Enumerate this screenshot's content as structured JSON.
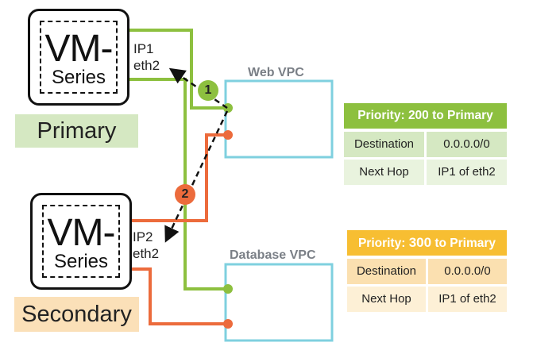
{
  "colors": {
    "green": "#8dc03f",
    "orange": "#ec6b3c",
    "vpc_border": "#7fd0df",
    "primary_label_bg": "#d5e8c2",
    "secondary_label_bg": "#fbe0b8",
    "table1_header": "#8dc03f",
    "table1_rows": [
      "#d5e8c2",
      "#e9f3de"
    ],
    "table2_header": "#f7be32",
    "table2_rows": [
      "#fbe0b0",
      "#fdf0d6"
    ]
  },
  "vm_primary": {
    "line1": "VM-",
    "line2": "Series",
    "role": "Primary",
    "ip": "IP1",
    "iface": "eth2",
    "icon": "vm-series-icon"
  },
  "vm_secondary": {
    "line1": "VM-",
    "line2": "Series",
    "role": "Secondary",
    "ip": "IP2",
    "iface": "eth2",
    "icon": "vm-series-icon"
  },
  "web_vpc": {
    "label": "Web VPC"
  },
  "db_vpc": {
    "label": "Database VPC"
  },
  "badges": {
    "one": "1",
    "two": "2"
  },
  "route_table_1": {
    "header_prefix": "Priority: ",
    "priority": "200",
    "header_suffix": " to Primary",
    "rows": [
      {
        "key": "Destination",
        "value": "0.0.0.0/0"
      },
      {
        "key": "Next Hop",
        "value": "IP1 of eth2"
      }
    ]
  },
  "route_table_2": {
    "header_prefix": "Priority: ",
    "priority": "300",
    "header_suffix": " to Primary",
    "rows": [
      {
        "key": "Destination",
        "value": "0.0.0.0/0"
      },
      {
        "key": "Next Hop",
        "value": "IP1 of eth2"
      }
    ]
  }
}
